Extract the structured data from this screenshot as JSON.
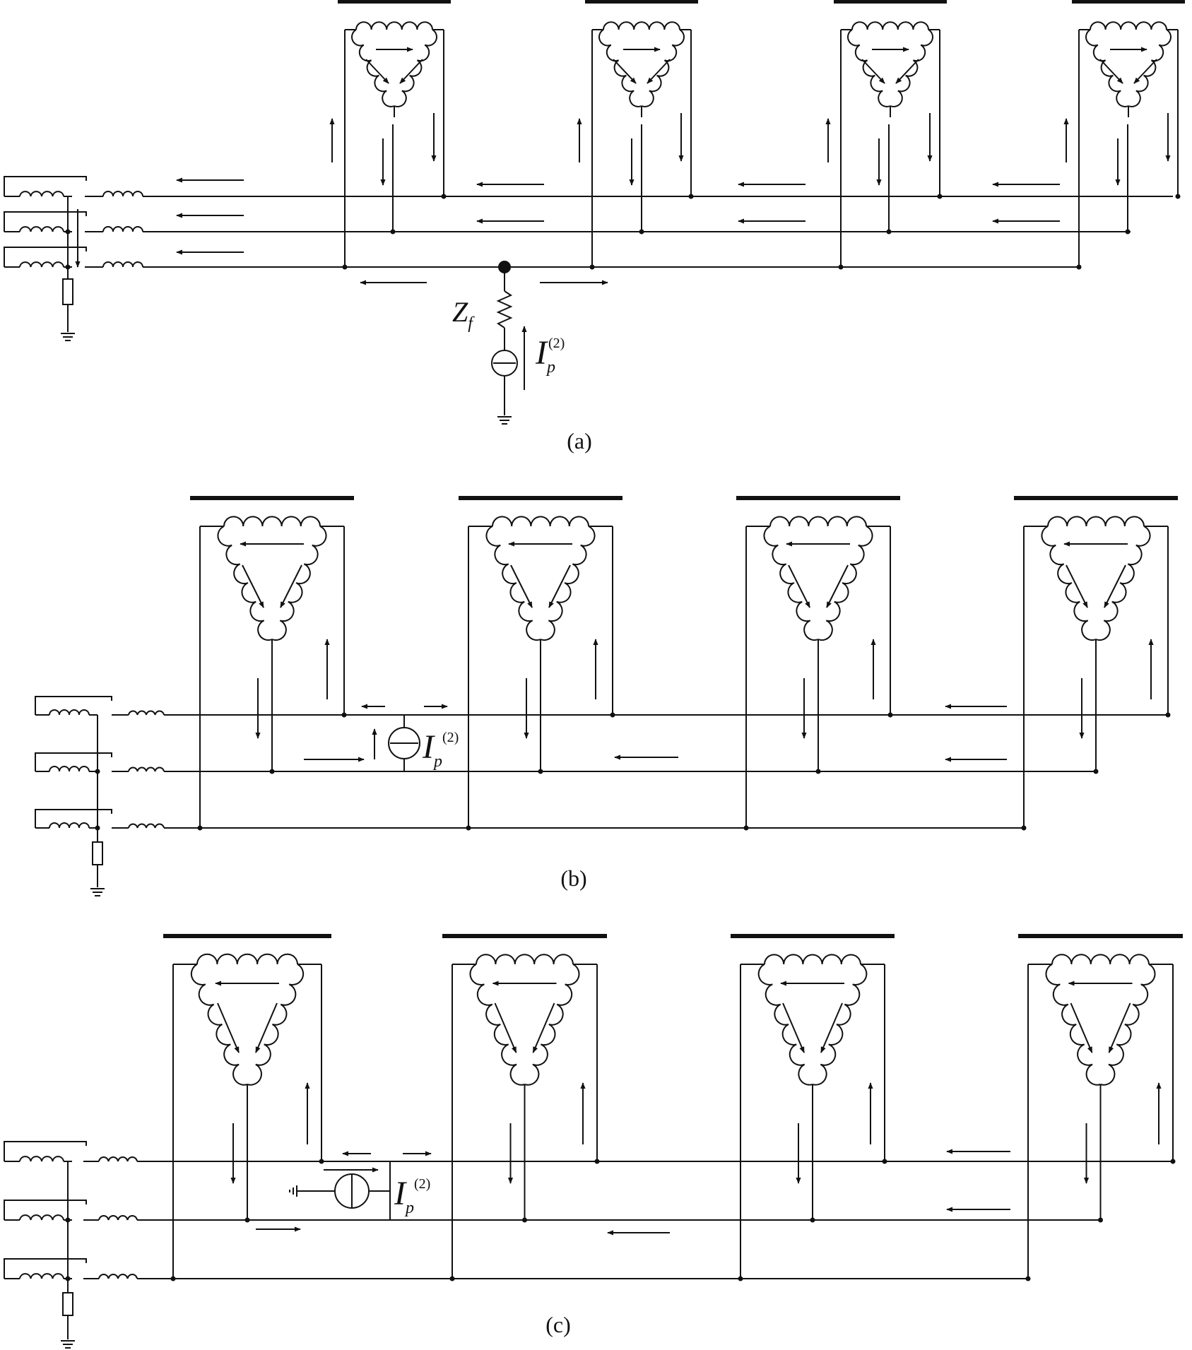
{
  "panels": [
    {
      "id": "a",
      "caption": "(a)",
      "current_label": {
        "symbol": "I",
        "subscript": "p",
        "superscript": "(2)"
      },
      "impedance_label": {
        "symbol": "Z",
        "subscript": "f"
      }
    },
    {
      "id": "b",
      "caption": "(b)",
      "current_label": {
        "symbol": "I",
        "subscript": "p",
        "superscript": "(2)"
      }
    },
    {
      "id": "c",
      "caption": "(c)",
      "current_label": {
        "symbol": "I",
        "subscript": "p",
        "superscript": "(2)"
      }
    }
  ],
  "colors": {
    "line": "#111111",
    "background": "#ffffff"
  }
}
